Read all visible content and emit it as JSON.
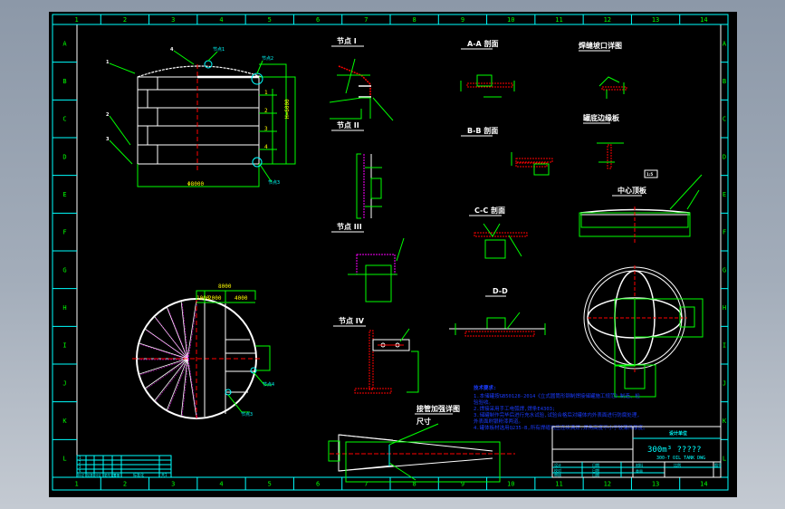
{
  "viewer": {
    "background_color": "#000000",
    "colors": {
      "frame": "#00ffff",
      "border": "#ffffff",
      "dimension": "#00ff00",
      "text_dim": "#ffff00",
      "centerline": "#ff0000",
      "hidden": "#ff00ff",
      "notes": "#1a3cff"
    }
  },
  "border": {
    "top_numbers": [
      "1",
      "2",
      "3",
      "4",
      "5",
      "6",
      "7",
      "8",
      "9",
      "10",
      "11",
      "12",
      "13",
      "14"
    ],
    "bottom_numbers": [
      "1",
      "2",
      "3",
      "4",
      "5",
      "6",
      "7",
      "8",
      "9",
      "10",
      "11",
      "12",
      "13",
      "14"
    ],
    "left_letters": [
      "A",
      "B",
      "C",
      "D",
      "E",
      "F",
      "G",
      "H",
      "I",
      "J",
      "K",
      "L"
    ],
    "right_letters": [
      "A",
      "B",
      "C",
      "D",
      "E",
      "F",
      "G",
      "H",
      "I",
      "J",
      "K",
      "L"
    ]
  },
  "views": {
    "detail1": "节点 I",
    "detail2": "节点 II",
    "detail3": "节点 III",
    "detail4": "节点 IV",
    "section_aa": "A-A 剖面",
    "section_bb": "B-B 剖面",
    "section_cc": "C-C 剖面",
    "section_dd": "D-D",
    "weld_detail": "焊缝坡口详图",
    "bottom_detail": "罐底边缘板",
    "center_plate": "中心顶板",
    "nozzle_detail": "接管加强详图",
    "nozzle_size": "尺寸"
  },
  "labels": {
    "tank_dim_width": "Φ8000",
    "tank_dim_height": "H=6000",
    "plan_dim_total": "8000",
    "plan_dim_a": "1000",
    "plan_dim_b": "2000",
    "plan_dim_c": "4000",
    "callout_1": "1",
    "callout_2": "2",
    "callout_3": "3",
    "callout_4": "4",
    "callout_5": "5",
    "callout_detail_1": "节点1",
    "callout_detail_2": "节点2",
    "callout_detail_3": "节点3",
    "callout_detail_4": "节点4",
    "section_c_box": "1:5"
  },
  "notes": {
    "title": "技术要求:",
    "lines": [
      "1.本储罐按GB50128-2014《立式圆筒形钢制焊接储罐施工规范》制造、检",
      "验验收。",
      "2.焊接采用手工电弧焊,焊条E4303;",
      "3.储罐制作完毕后进行充水试验,试验合格后对罐体内外表面进行防腐处理,",
      "外表面刷银粉漆两道。",
      "4.罐体板材选用Q235-B,所有焊缝均应连续满焊,焊角高度不小于较薄件厚度。"
    ]
  },
  "title_block": {
    "company": "设计单位",
    "drawing_name": "300m³ ?????",
    "drawing_name_en": "300-T OIL TANK DWG",
    "scale_label": "比例",
    "sheet_label": "图号",
    "rows_left": [
      "设计",
      "校对",
      "审核",
      "批准"
    ],
    "rows_mid": [
      "日期",
      "日期",
      "日期",
      "日期"
    ],
    "material_label": "材料",
    "weight_label": "重量"
  },
  "revision_table": {
    "rows": [
      "1",
      "2",
      "3",
      "4"
    ],
    "header": [
      "标记",
      "处数",
      "分区",
      "更改文件号",
      "签名",
      "日期"
    ],
    "footer_label": "标准化",
    "end_label": "共1"
  }
}
